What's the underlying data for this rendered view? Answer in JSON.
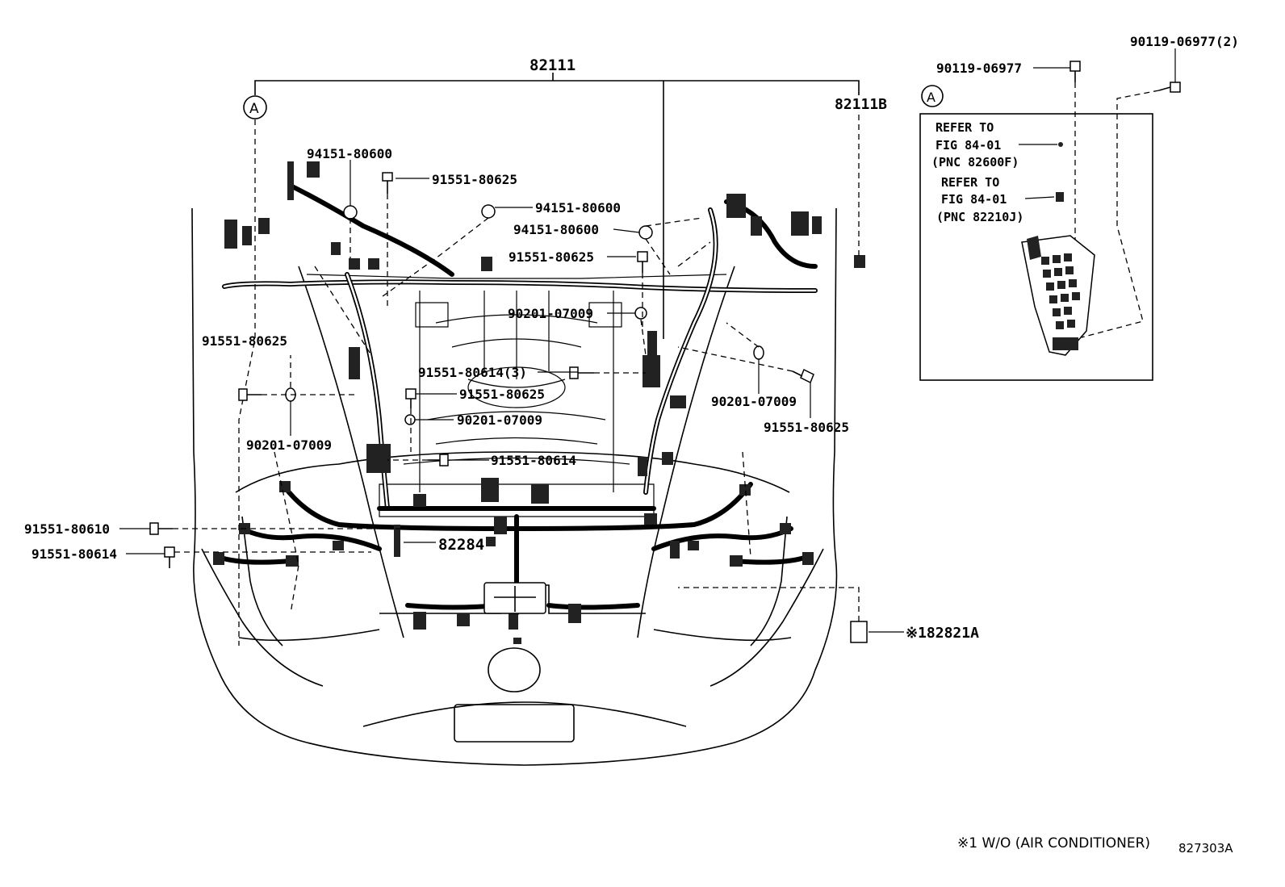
{
  "diagram": {
    "part_labels": {
      "main_harness": "82111",
      "harness_b": "82111B",
      "ref_a_left": "A",
      "ref_a_right": "A",
      "l_94151_a": "94151-80600",
      "l_91551_625_a": "91551-80625",
      "l_94151_b": "94151-80600",
      "l_94151_c": "94151-80600",
      "l_91551_625_b": "91551-80625",
      "l_90201_a": "90201-07009",
      "l_91551_625_left": "91551-80625",
      "l_91551_614_3": "91551-80614(3)",
      "l_91551_625_c": "91551-80625",
      "l_90201_b": "90201-07009",
      "l_90201_right": "90201-07009",
      "l_91551_625_right": "91551-80625",
      "l_90201_left": "90201-07009",
      "l_91551_614_mid": "91551-80614",
      "l_91551_610": "91551-80610",
      "l_91551_614_left": "91551-80614",
      "l_82284": "82284",
      "l_82821a": "※182821A",
      "l_90119_a": "90119-06977",
      "l_90119_b": "90119-06977(2)"
    },
    "inset": {
      "refer1_line1": "REFER TO",
      "refer1_line2": "FIG 84-01",
      "refer1_line3": "(PNC 82600F)",
      "refer2_line1": "REFER TO",
      "refer2_line2": "FIG 84-01",
      "refer2_line3": "(PNC 82210J)"
    },
    "footnote": "※1 W/O (AIR CONDITIONER)",
    "figure_code": "827303A"
  }
}
